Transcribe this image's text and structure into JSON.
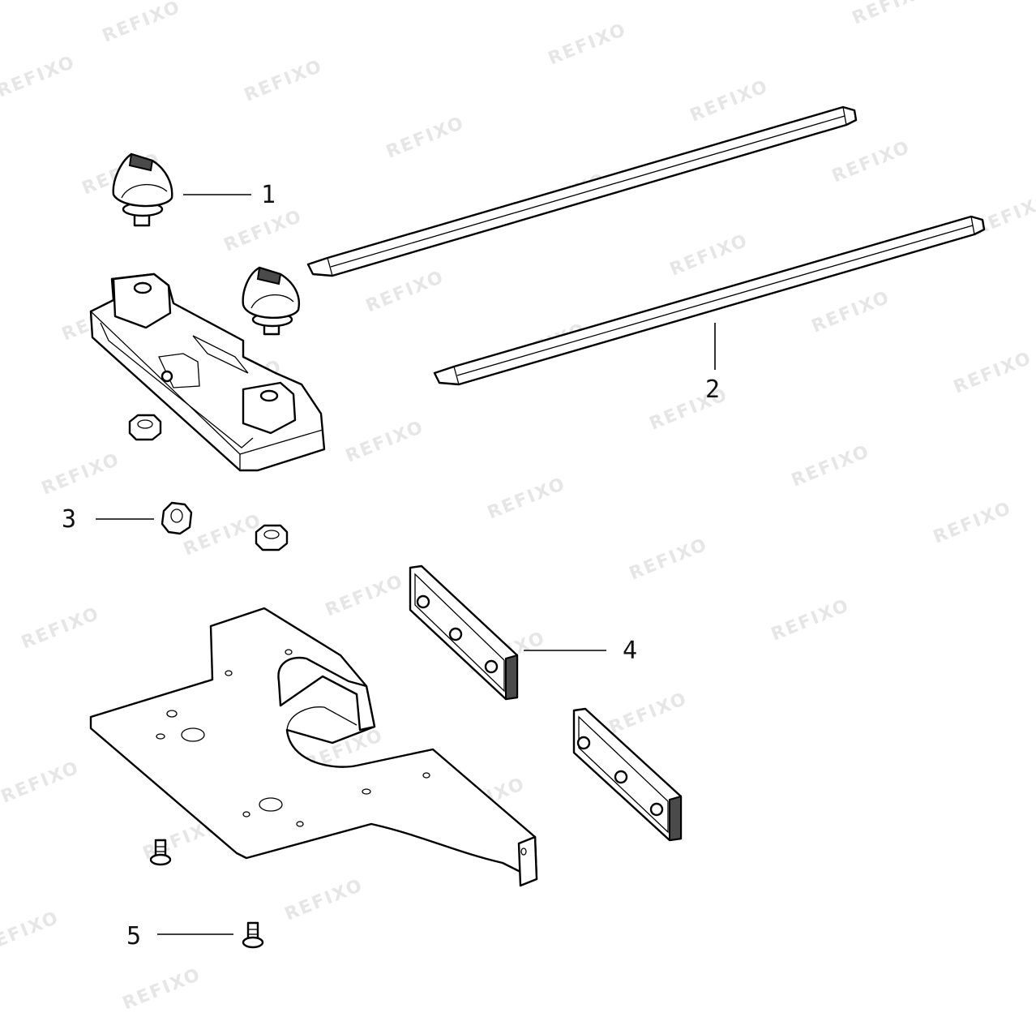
{
  "watermark": "REFIXO",
  "callouts": [
    {
      "id": "1",
      "label": "1"
    },
    {
      "id": "2",
      "label": "2"
    },
    {
      "id": "3",
      "label": "3"
    },
    {
      "id": "4",
      "label": "4"
    },
    {
      "id": "5",
      "label": "5"
    }
  ],
  "parts": [
    {
      "name": "knob-icon",
      "callout": "1"
    },
    {
      "name": "guide-rod-icon",
      "callout": "2"
    },
    {
      "name": "hex-nut-icon",
      "callout": "3"
    },
    {
      "name": "rubber-pad-icon",
      "callout": "4"
    },
    {
      "name": "screw-icon",
      "callout": "5"
    },
    {
      "name": "clamp-block-icon",
      "callout": ""
    },
    {
      "name": "base-plate-icon",
      "callout": ""
    }
  ],
  "colors": {
    "line": "#000000",
    "watermark": "#e6e6e6",
    "background": "#ffffff"
  }
}
